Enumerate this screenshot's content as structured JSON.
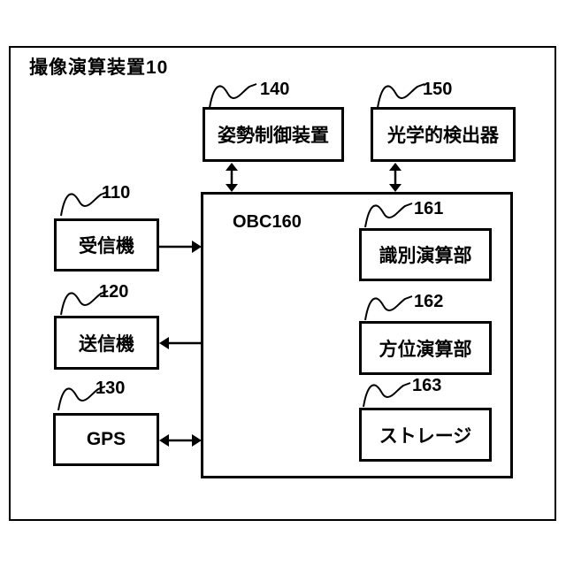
{
  "title": "撮像演算装置10",
  "obc": {
    "label": "OBC160"
  },
  "blocks": {
    "attitude": {
      "ref": "140",
      "label": "姿勢制御装置"
    },
    "optical": {
      "ref": "150",
      "label": "光学的検出器"
    },
    "receiver": {
      "ref": "110",
      "label": "受信機"
    },
    "transmitter": {
      "ref": "120",
      "label": "送信機"
    },
    "gps": {
      "ref": "130",
      "label": "GPS"
    },
    "ident": {
      "ref": "161",
      "label": "識別演算部"
    },
    "azimuth": {
      "ref": "162",
      "label": "方位演算部"
    },
    "storage": {
      "ref": "163",
      "label": "ストレージ"
    }
  },
  "colors": {
    "line": "#000000",
    "background": "#ffffff",
    "text": "#000000"
  }
}
